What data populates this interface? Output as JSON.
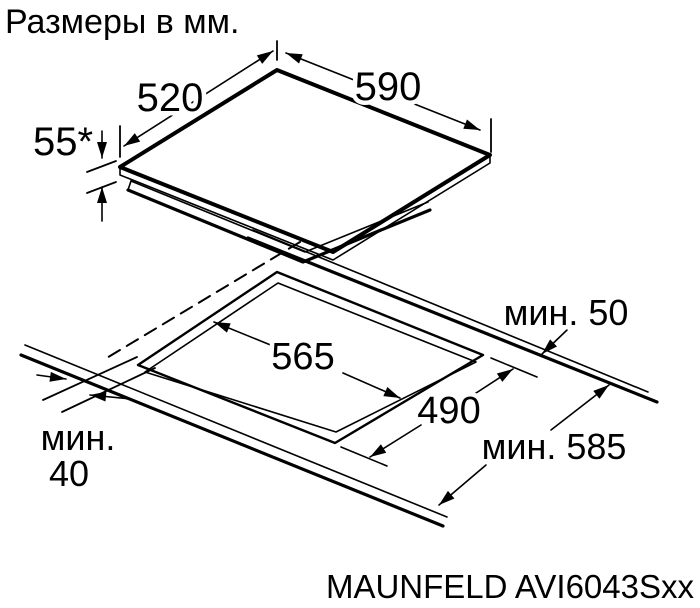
{
  "title": "Размеры в мм.",
  "brand_model": "MAUNFELD AVI6043Sxx",
  "cooktop": {
    "width": "590",
    "depth": "520",
    "height": "55*"
  },
  "cutout": {
    "width": "565",
    "depth": "490"
  },
  "clearances": {
    "rear_min": "мин. 50",
    "front_min_word": "мин.",
    "front_min_value": "40",
    "worktop_depth_min": "мин. 585"
  },
  "colors": {
    "line": "#000000",
    "background": "#ffffff"
  }
}
